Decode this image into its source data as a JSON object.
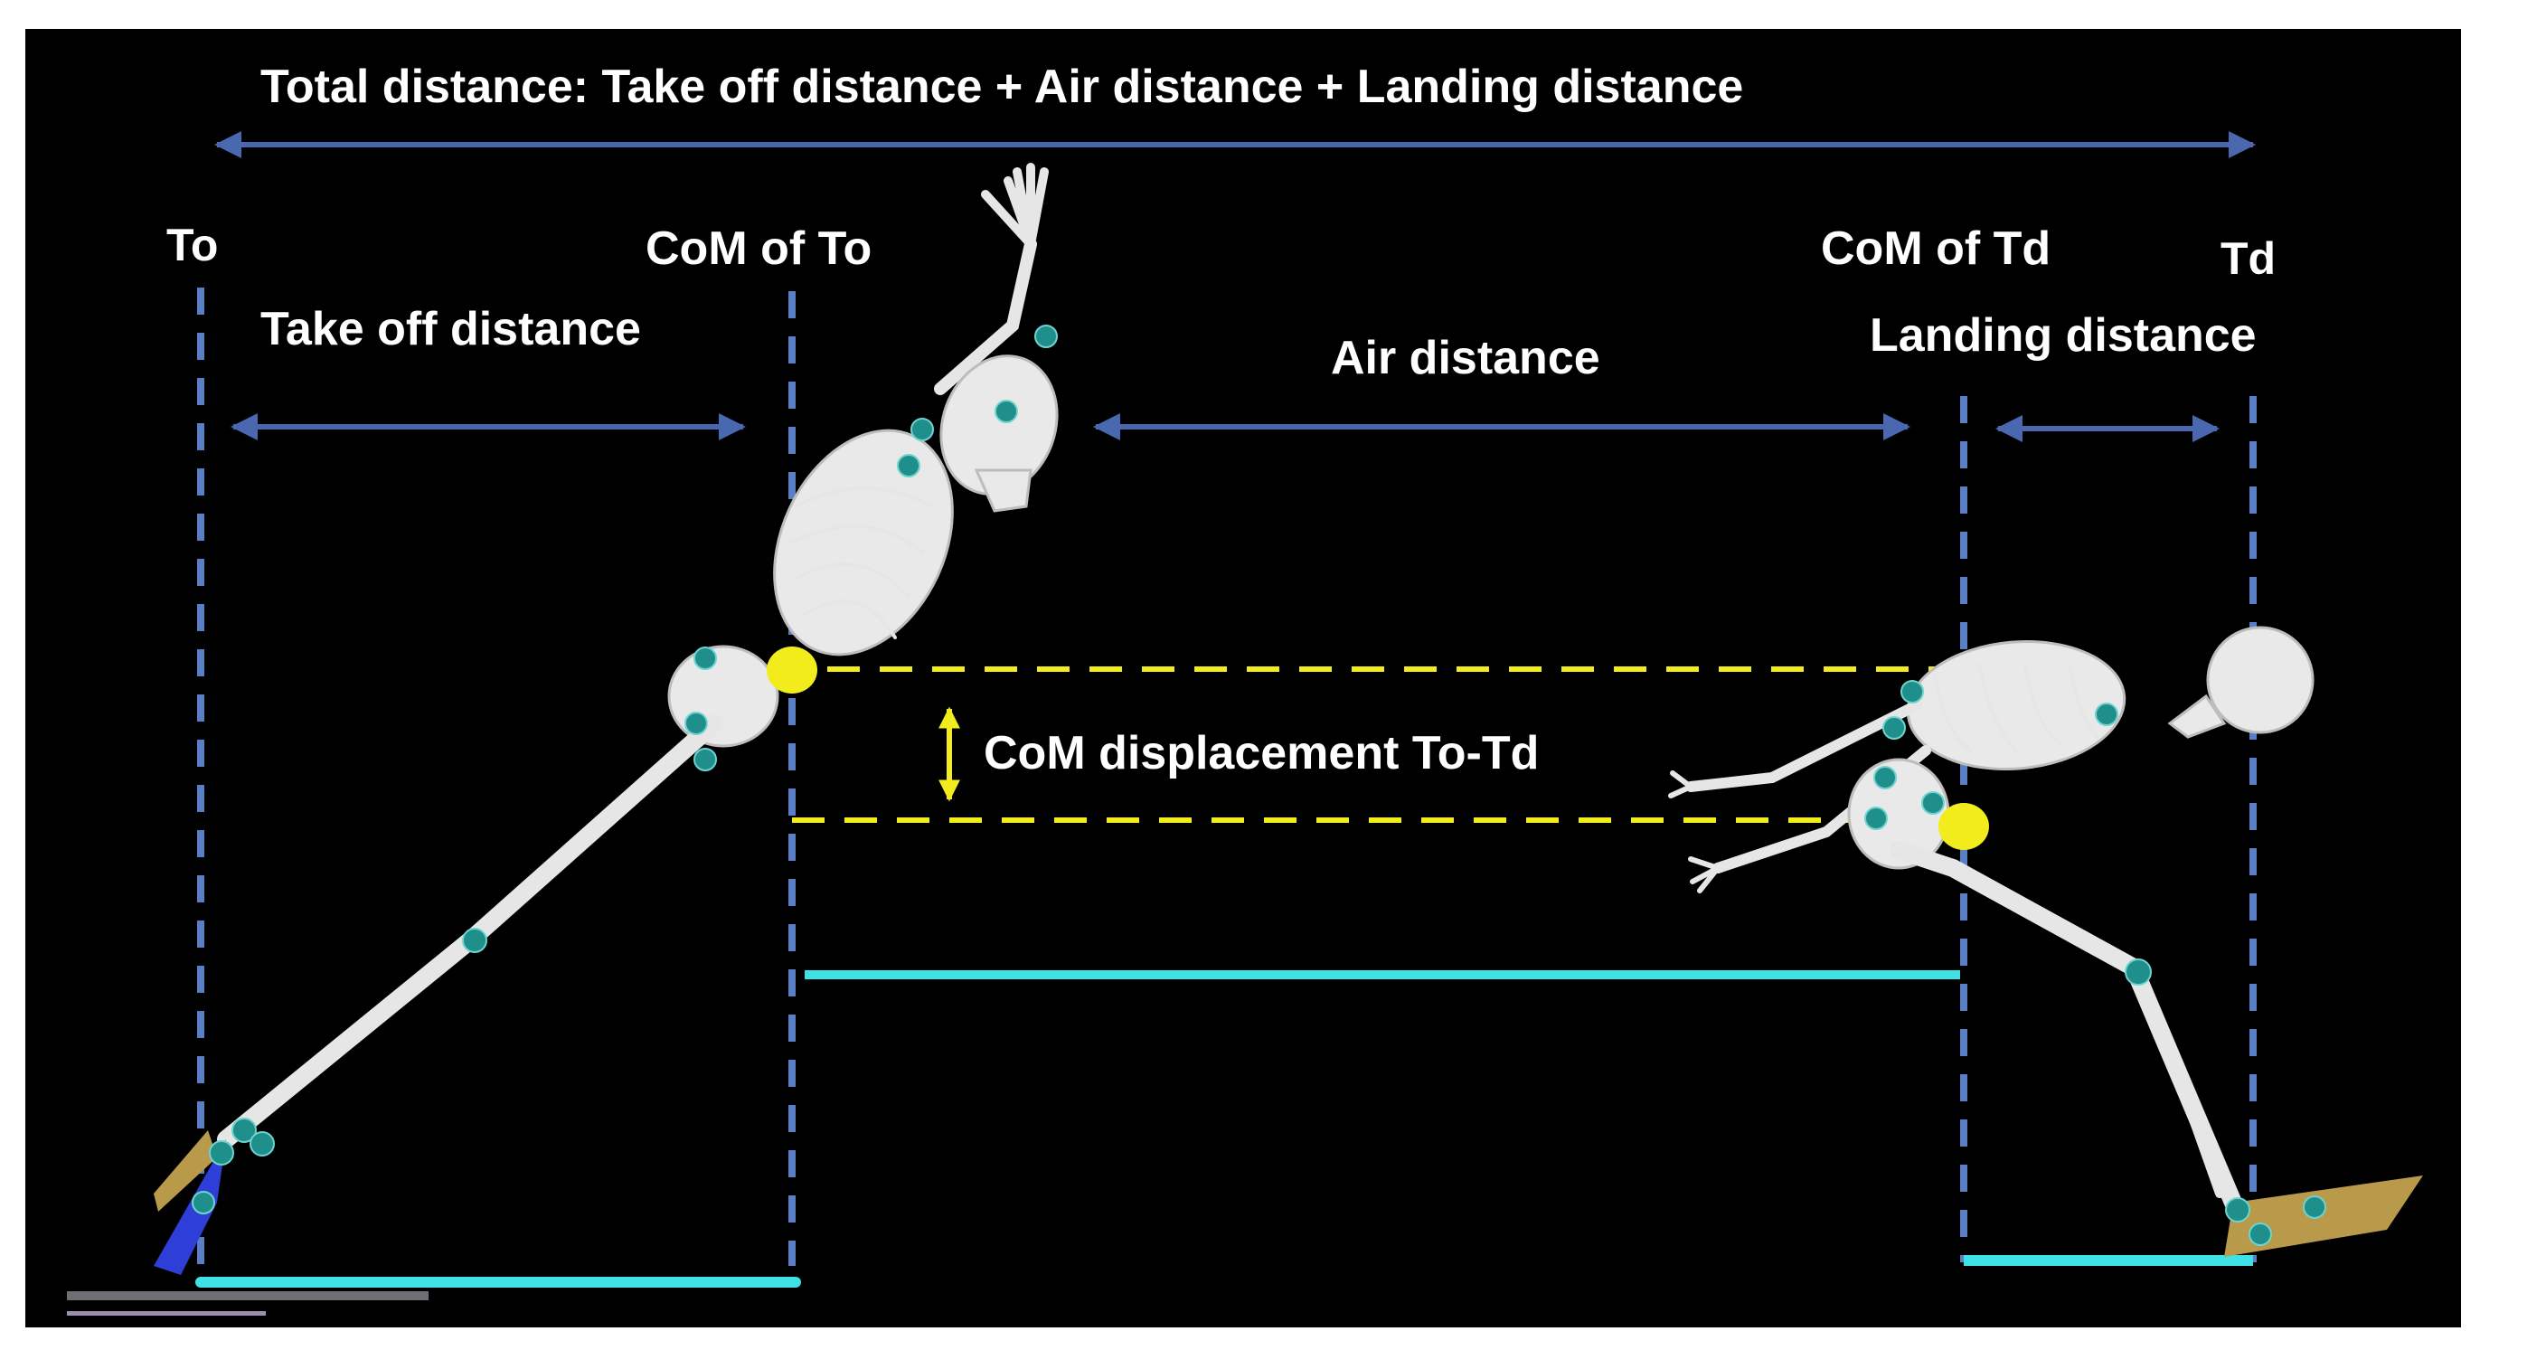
{
  "labels": {
    "total": "Total distance: Take off distance + Air distance + Landing distance",
    "to": "To",
    "com_to": "CoM of To",
    "take_off": "Take off distance",
    "air": "Air distance",
    "com_td": "CoM of Td",
    "td": "Td",
    "landing": "Landing distance",
    "com_disp": "CoM displacement To-Td"
  },
  "colors": {
    "background": "#000000",
    "arrow_blue": "#4a68b0",
    "vertical_dash": "#5b7fc4",
    "com_yellow": "#f2ec1c",
    "ground_cyan": "#3fe0e6",
    "joint_teal": "#1f8f8c",
    "bone": "#e9e9e9"
  }
}
